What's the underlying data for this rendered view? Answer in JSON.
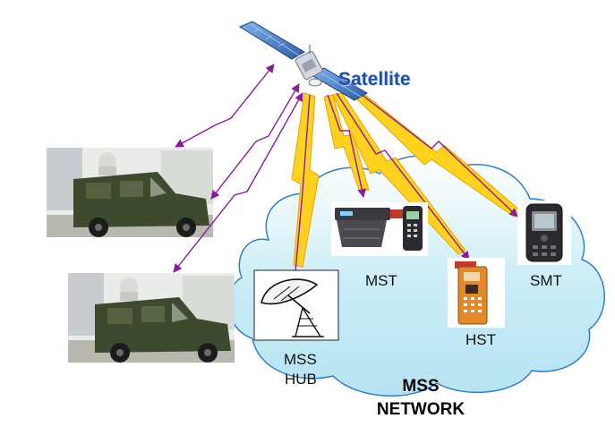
{
  "labels": {
    "satellite": "Satellite",
    "mst": "MST",
    "smt": "SMT",
    "hst": "HST",
    "hub_line1": "MSS",
    "hub_line2": "HUB",
    "network_line1": "MSS",
    "network_line2": "NETWORK"
  },
  "colors": {
    "cloud_fill": "#c9ecf6",
    "cloud_stroke": "#2f7fc8",
    "link_arrow": "#8b1a9c",
    "bolt_fill": "#ffd21f",
    "bolt_stroke": "#e8a200",
    "satellite_label": "#1f4fa6",
    "vehicle": "#3d4a2e"
  }
}
